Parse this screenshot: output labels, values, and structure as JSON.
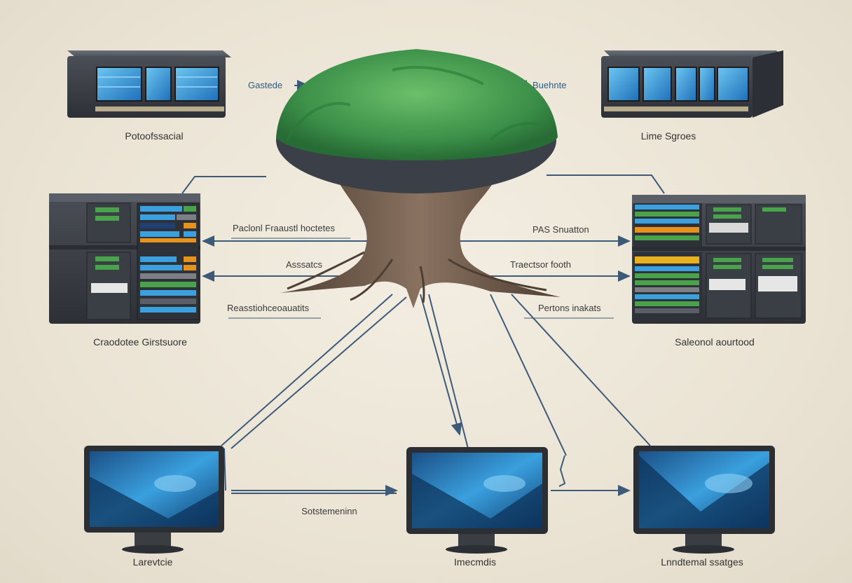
{
  "labels": {
    "top_left_arrow": "Gastede",
    "top_right_arrow": "Buehnte",
    "top_left_server": "Potoofssacial",
    "top_right_server": "Lime Sgroes",
    "mid_left_1": "Paclonl Fraaustl hoctetes",
    "mid_left_2": "Asssatcs",
    "mid_left_3": "Reasstiohceoauatits",
    "mid_right_1": "PAS Snuatton",
    "mid_right_2": "Traectsor footh",
    "mid_right_3": "Pertons inakats",
    "left_rack": "Craodotee Girstsuore",
    "right_rack": "Saleonol aourtood",
    "bottom_center_link": "Sotstemeninn",
    "monitor_left": "Larevtcie",
    "monitor_center": "Imecmdis",
    "monitor_right": "Lnndtemal ssatges"
  },
  "colors": {
    "background": "#ece6d8",
    "server_body": "#3b3f46",
    "screen_blue": "#2f8fd8",
    "tree_green": "#3f9a4d",
    "trunk_brown": "#6b5644",
    "arrow_blue": "#3d5a78",
    "drive_orange": "#e8921e",
    "drive_green": "#48a34a"
  }
}
